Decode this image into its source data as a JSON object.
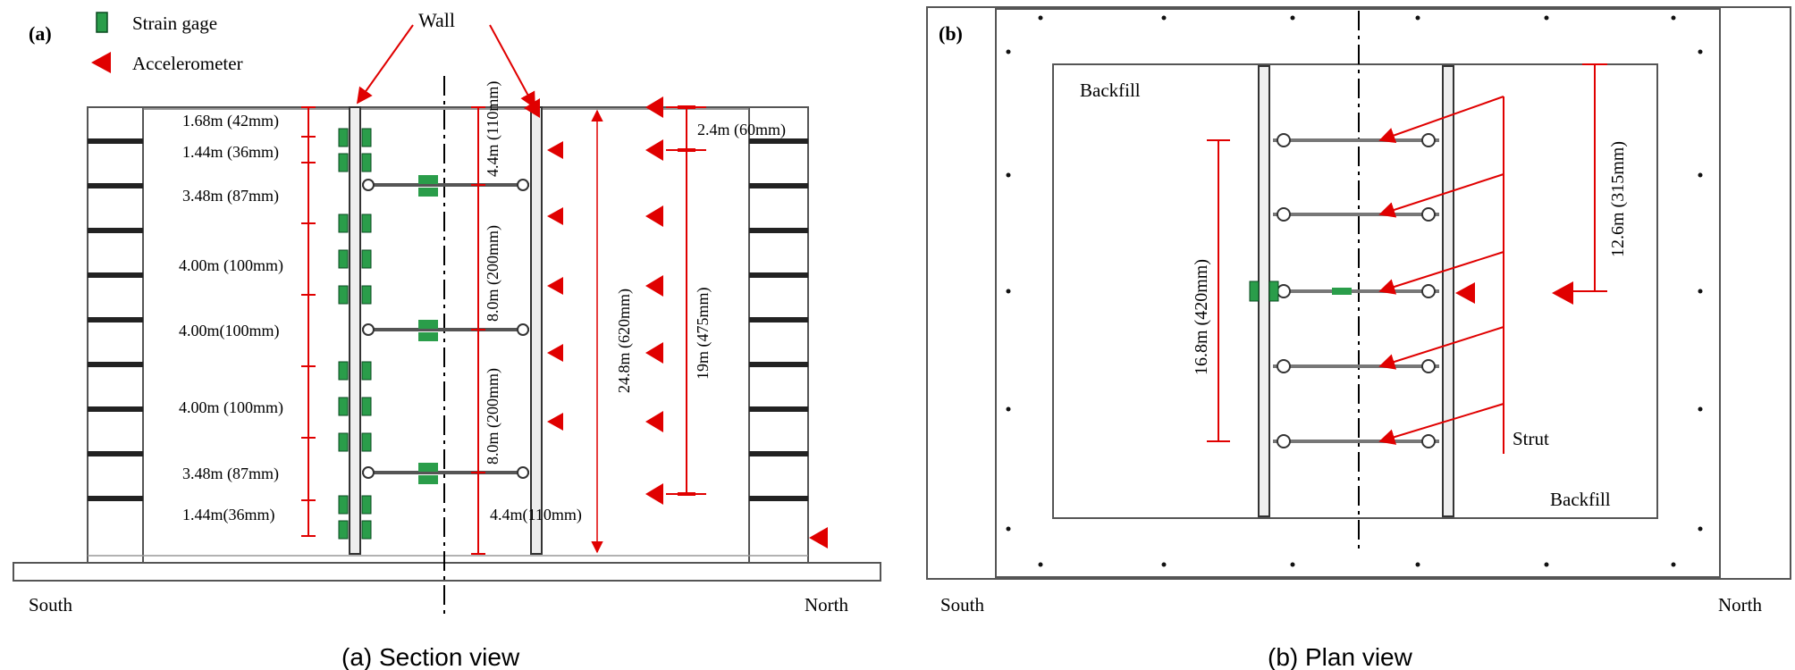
{
  "section": {
    "panel_label": "(a)",
    "legend": {
      "strain_gage": "Strain gage",
      "accelerometer": "Accelerometer"
    },
    "wall_label": "Wall",
    "gage_spacing_labels": [
      "1.68m (42mm)",
      "1.44m (36mm)",
      "3.48m (87mm)",
      "4.00m (100mm)",
      "4.00m(100mm)",
      "4.00m (100mm)",
      "3.48m (87mm)",
      "1.44m(36mm)"
    ],
    "strut_spacing_labels": [
      "4.4m (110mm)",
      "8.0m (200mm)",
      "8.0m (200mm)",
      "4.4m(110mm)"
    ],
    "wall_height_label": "24.8m (620mm)",
    "acc_offset_label": "2.4m (60mm)",
    "acc_span_label": "19m (475mm)",
    "south": "South",
    "north": "North",
    "caption": "(a)  Section  view"
  },
  "plan": {
    "panel_label": "(b)",
    "backfill_left": "Backfill",
    "backfill_right": "Backfill",
    "strut_label": "Strut",
    "strut_extent_label": "16.8m (420mm)",
    "acc_offset_label": "12.6m (315mm)",
    "south": "South",
    "north": "North",
    "caption": "(b)  Plan  view"
  }
}
